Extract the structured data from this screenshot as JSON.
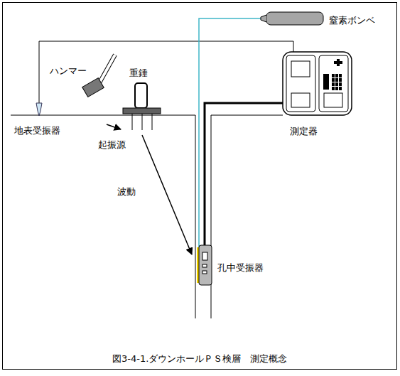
{
  "diagram": {
    "caption": "図3-4-1.ダウンホールＰＳ検層　測定概念",
    "labels": [
      "窒素ボンベ",
      "ハンマー",
      "重錘",
      "地表受振器",
      "起振源",
      "測定器",
      "波動",
      "孔中受振器"
    ]
  }
}
